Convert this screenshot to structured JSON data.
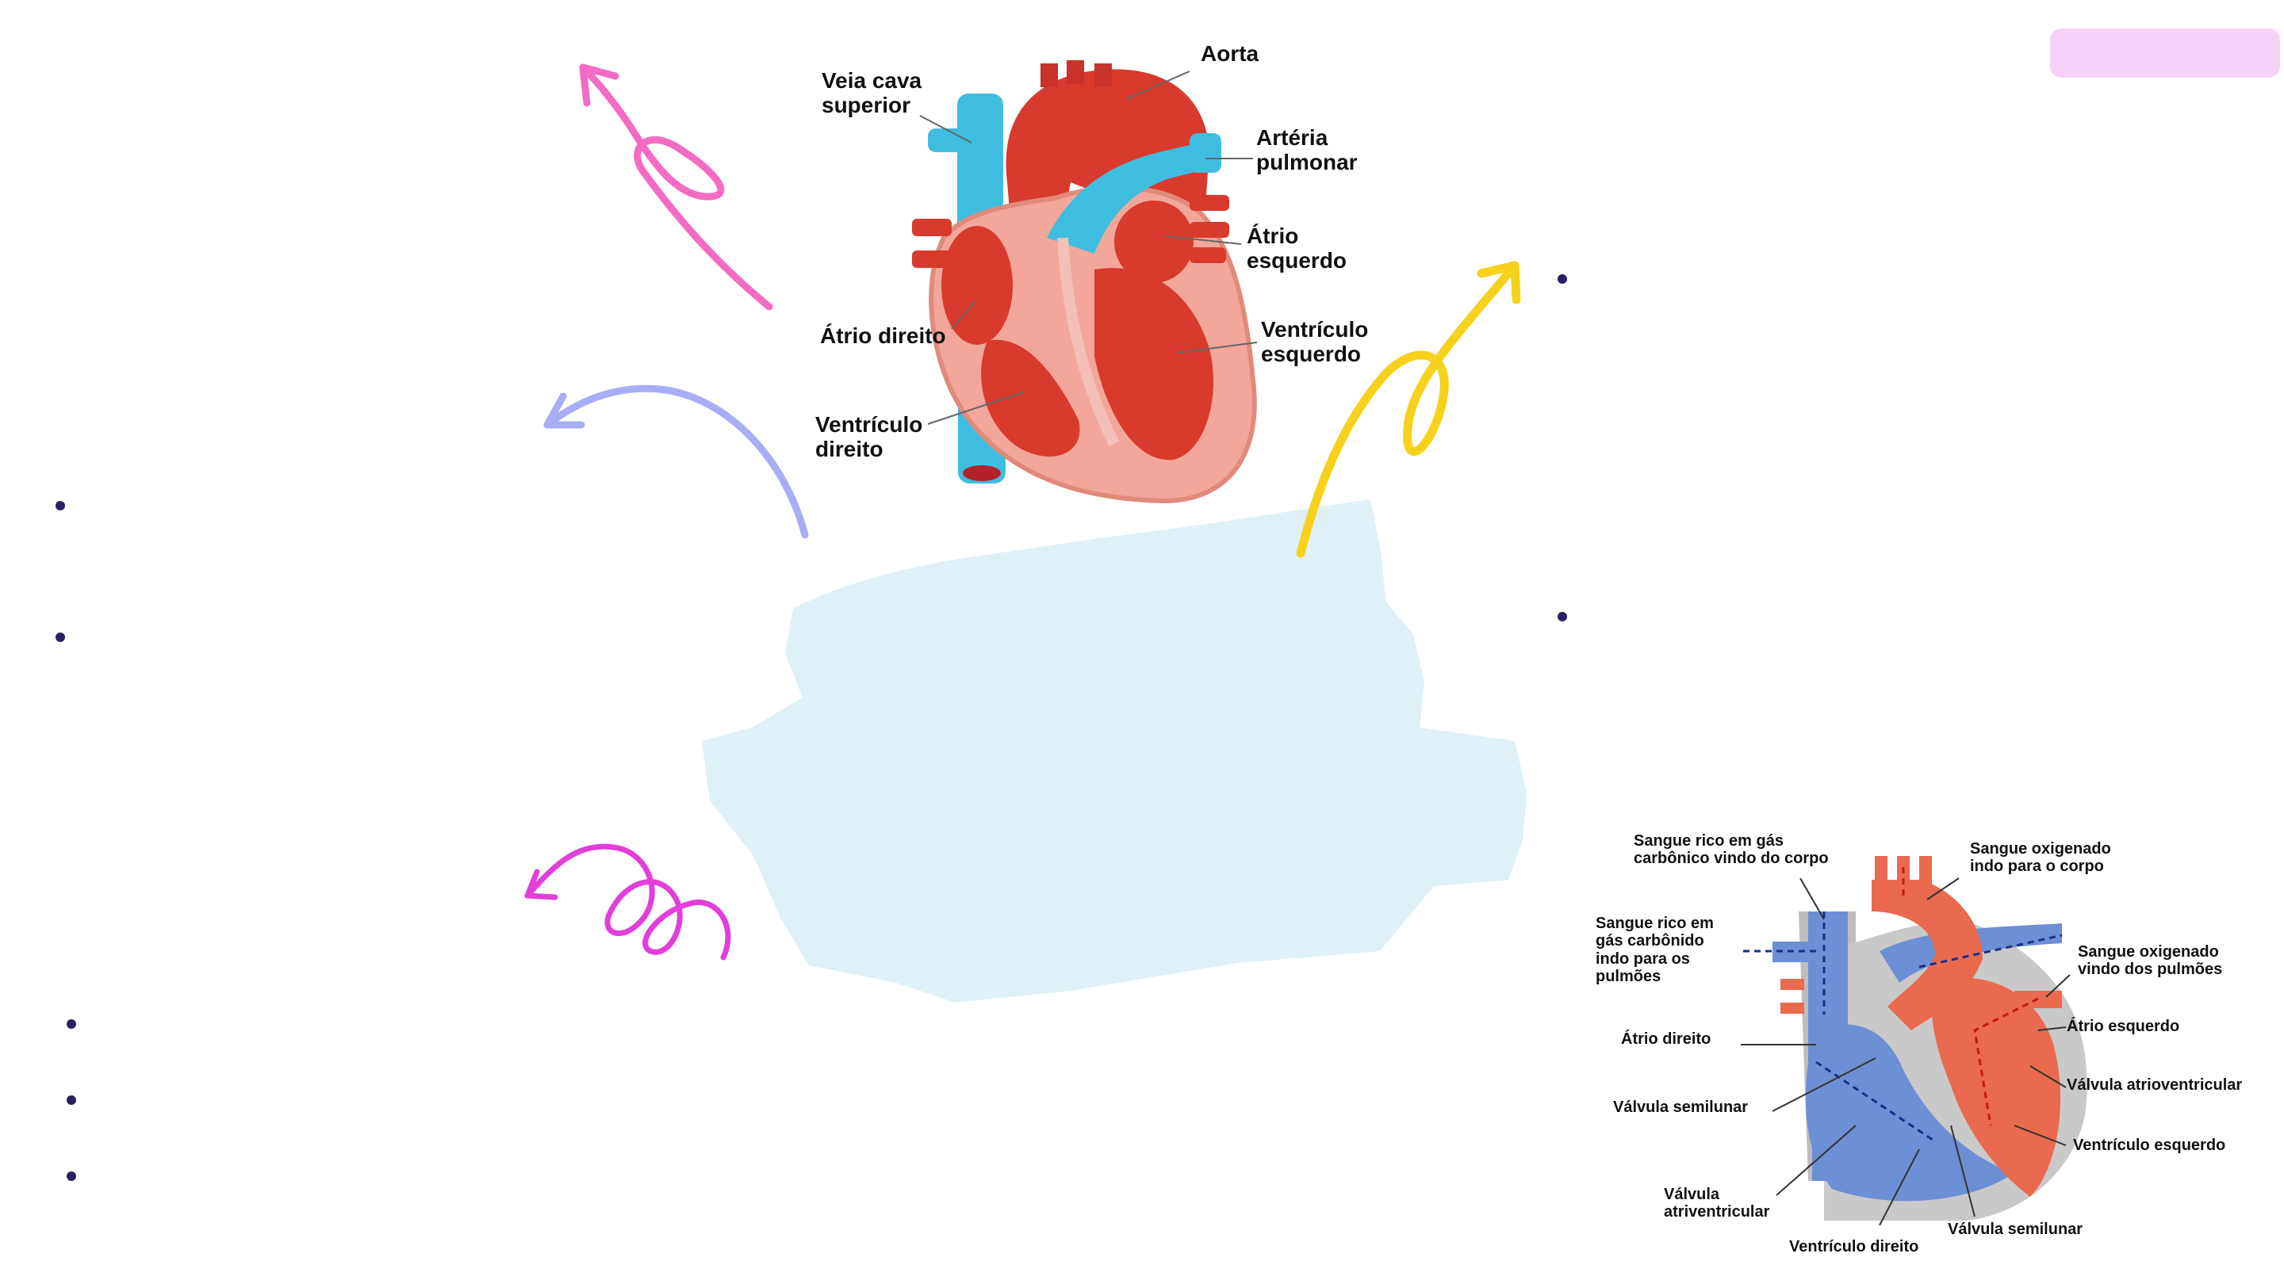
{
  "heart_anatomy": {
    "labels": {
      "aorta": "Aorta",
      "veia_cava": "Veia cava\nsuperior",
      "arteria_pulmonar": "Artéria\npulmonar",
      "atrio_esquerdo": "Átrio\nesquerdo",
      "atrio_direito": "Átrio direito",
      "ventriculo_esquerdo": "Ventrículo\nesquerdo",
      "ventriculo_direito": "Ventrículo\ndireito"
    }
  },
  "heart_flow": {
    "labels": {
      "sangue_carbonico_corpo": "Sangue  rico em gás\ncarbônico vindo do corpo",
      "sangue_oxigenado_corpo": "Sangue oxigenado\nindo para o corpo",
      "sangue_carbonido_pulmoes": "Sangue rico em\ngás carbônido\nindo para os\npulmões",
      "sangue_oxigenado_pulmoes": "Sangue oxigenado\nvindo dos pulmões",
      "atrio_direito": "Átrio direito",
      "atrio_esquerdo": "Átrio esquerdo",
      "valvula_semilunar_left": "Válvula semilunar",
      "valvula_atrioventricular": "Válvula atrioventricular",
      "valvula_atriventricular": "Válvula\natriventricular",
      "ventriculo_esquerdo": "Ventrículo esquerdo",
      "ventriculo_direito": "Ventrículo direito",
      "valvula_semilunar_bottom": "Válvula semilunar"
    }
  },
  "colors": {
    "pink_tab": "#f6d2f8",
    "bullet": "#2d1f63",
    "paint_blob": "#dff0f6",
    "arrow_pink": "#f46bc3",
    "arrow_lavender": "#a8adf6",
    "arrow_yellow": "#f7d21c",
    "arrow_magenta": "#e23ed9",
    "vessel_blue": "#3fbde0",
    "heart_red": "#d93a2e",
    "deoxy_blue": "#6d8fd6",
    "oxy_red": "#ea6a4f"
  }
}
